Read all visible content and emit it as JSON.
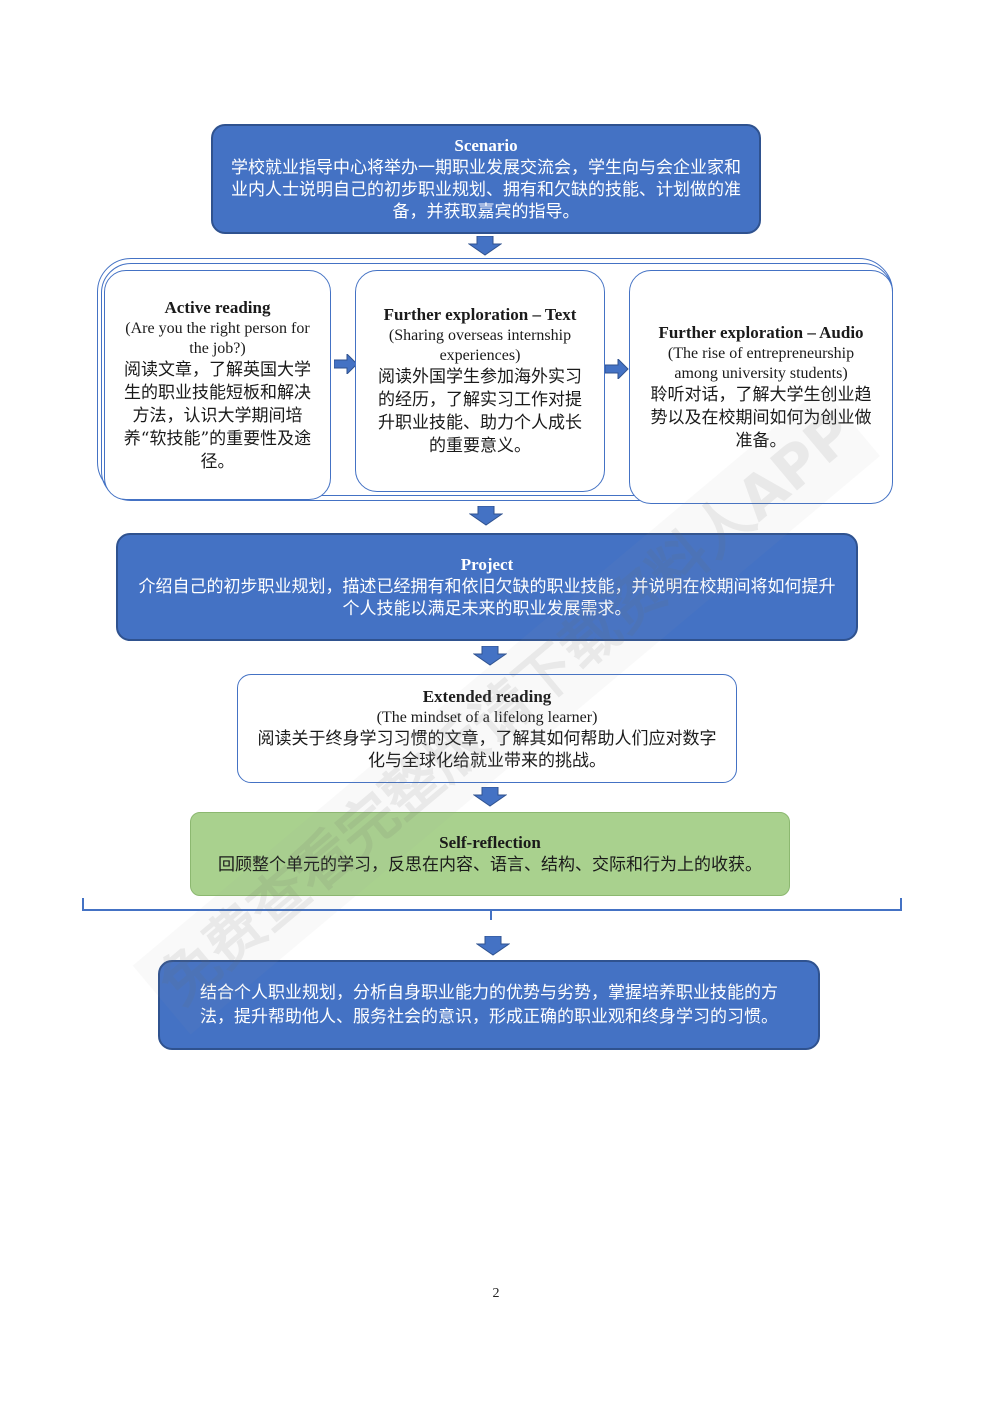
{
  "scenario": {
    "title": "Scenario",
    "body": "学校就业指导中心将举办一期职业发展交流会，学生向与会企业家和业内人士说明自己的初步职业规划、拥有和欠缺的技能、计划做的准备，并获取嘉宾的指导。"
  },
  "active_reading": {
    "title": "Active reading",
    "subtitle": "(Are you the right person for the job?)",
    "body": "阅读文章，了解英国大学生的职业技能短板和解决方法，认识大学期间培养“软技能”的重要性及途径。"
  },
  "further_text": {
    "title": "Further exploration – Text",
    "subtitle": "(Sharing overseas internship experiences)",
    "body": "阅读外国学生参加海外实习的经历，了解实习工作对提升职业技能、助力个人成长的重要意义。"
  },
  "further_audio": {
    "title": "Further exploration – Audio",
    "subtitle": "(The rise of entrepreneurship among university students)",
    "body": "聆听对话，了解大学生创业趋势以及在校期间如何为创业做准备。"
  },
  "project": {
    "title": "Project",
    "body": "介绍自己的初步职业规划，描述已经拥有和依旧欠缺的职业技能，并说明在校期间将如何提升个人技能以满足未来的职业发展需求。"
  },
  "extended_reading": {
    "title": "Extended reading",
    "subtitle": "(The mindset of a lifelong learner)",
    "body": "阅读关于终身学习习惯的文章，了解其如何帮助人们应对数字化与全球化给就业带来的挑战。"
  },
  "self_reflection": {
    "title": "Self-reflection",
    "body": "回顾整个单元的学习，反思在内容、语言、结构、交际和行为上的收获。"
  },
  "summary": {
    "body": "结合个人职业规划，分析自身职业能力的优势与劣势，掌握培养职业技能的方法，提升帮助他人、服务社会的意识，形成正确的职业观和终身学习的习惯。"
  },
  "watermark": "免费查看完整版请下载资料人APP",
  "page_number": "2",
  "colors": {
    "blue_fill": "#4472c4",
    "blue_border": "#2f528f",
    "green_fill": "#a9d18e",
    "arrow": "#4472c4"
  }
}
